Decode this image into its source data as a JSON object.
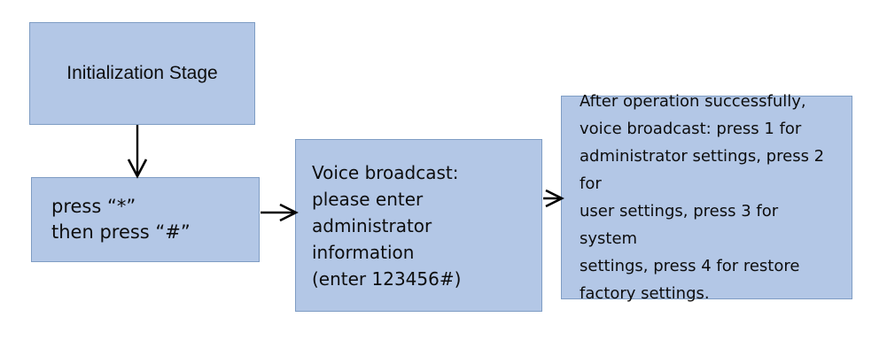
{
  "diagram": {
    "title": "Initialization / administrator settings flow",
    "colors": {
      "node_fill": "#b3c7e6",
      "node_border": "#7f9dc4",
      "text": "#0d0d0d",
      "arrow": "#000000",
      "background": "#ffffff"
    },
    "nodes": [
      {
        "id": "init",
        "label": "Initialization Stage",
        "shape": "rectangle",
        "align": "center"
      },
      {
        "id": "press",
        "label": "press  “*”\nthen press “#”",
        "shape": "rectangle",
        "align": "left"
      },
      {
        "id": "voice",
        "label": "Voice broadcast:\nplease enter\nadministrator\ninformation\n(enter 123456#)",
        "shape": "rectangle",
        "align": "left"
      },
      {
        "id": "after",
        "label": "After operation successfully,\nvoice broadcast: press 1 for\nadministrator settings, press 2 for\nuser settings, press 3 for system\nsettings, press 4 for restore\nfactory settings.",
        "shape": "rectangle",
        "align": "left"
      }
    ],
    "edges": [
      {
        "id": "init-to-press",
        "from": "init",
        "to": "press",
        "direction": "down",
        "arrowhead": "open"
      },
      {
        "id": "press-to-voice",
        "from": "press",
        "to": "voice",
        "direction": "right",
        "arrowhead": "open"
      },
      {
        "id": "voice-to-after",
        "from": "voice",
        "to": "after",
        "direction": "right",
        "arrowhead": "open"
      }
    ]
  }
}
